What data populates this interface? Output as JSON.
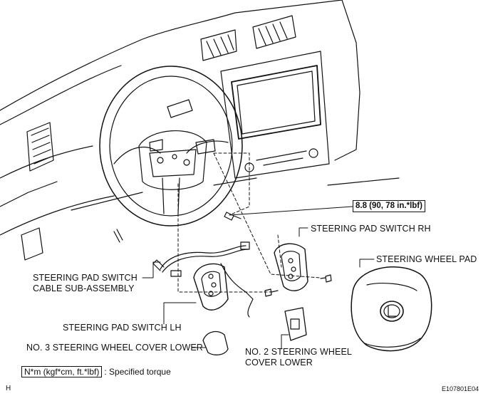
{
  "torque_value": "8.8 (90, 78 in.*lbf)",
  "labels": {
    "switch_rh": "STEERING PAD SWITCH RH",
    "wheel_pad": "STEERING WHEEL PAD",
    "cable_line1": "STEERING PAD SWITCH",
    "cable_line2": "CABLE SUB-ASSEMBLY",
    "switch_lh": "STEERING PAD SWITCH LH",
    "cover3": "NO. 3 STEERING WHEEL COVER LOWER",
    "cover2_line1": "NO. 2 STEERING WHEEL",
    "cover2_line2": "COVER LOWER"
  },
  "legend": {
    "unit": "N*m (kgf*cm, ft.*lbf)",
    "text": ": Specified torque"
  },
  "footer": {
    "left_code": "H",
    "figure_id": "E107801E04"
  }
}
